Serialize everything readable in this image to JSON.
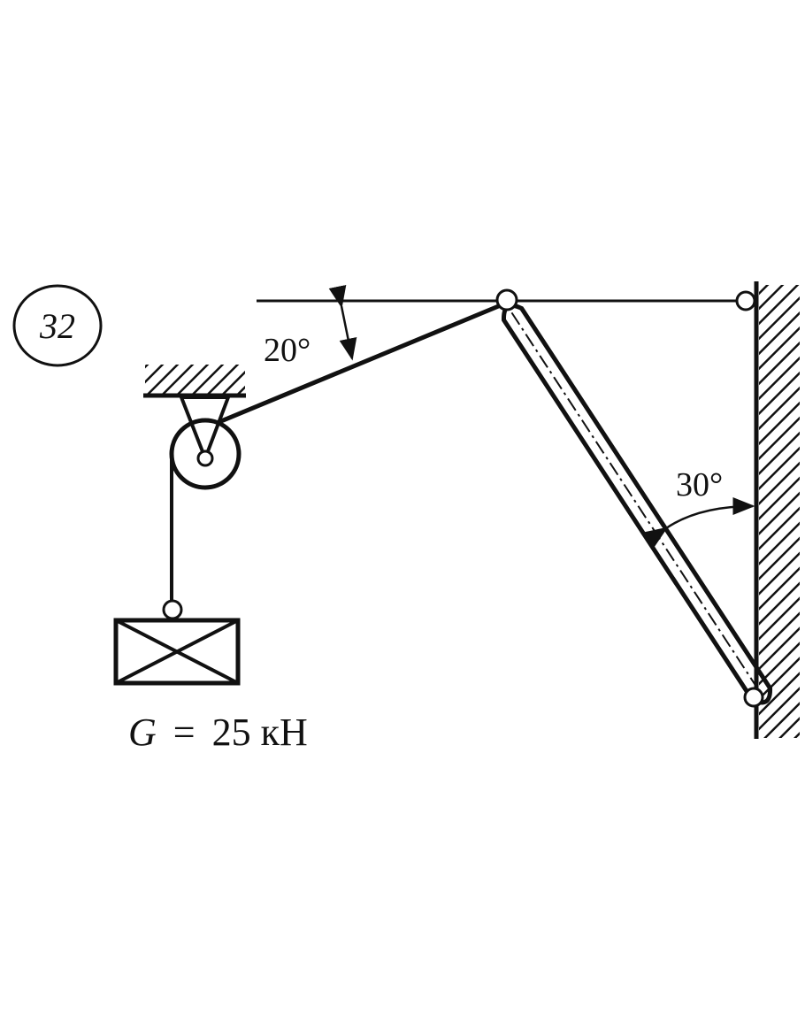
{
  "problem_number": "32",
  "angles": {
    "rope_angle": "20°",
    "strut_angle": "30°"
  },
  "load_label": {
    "symbol": "G",
    "equals": "=",
    "value": "25 кН"
  },
  "colors": {
    "ink": "#111111",
    "background": "#ffffff"
  }
}
